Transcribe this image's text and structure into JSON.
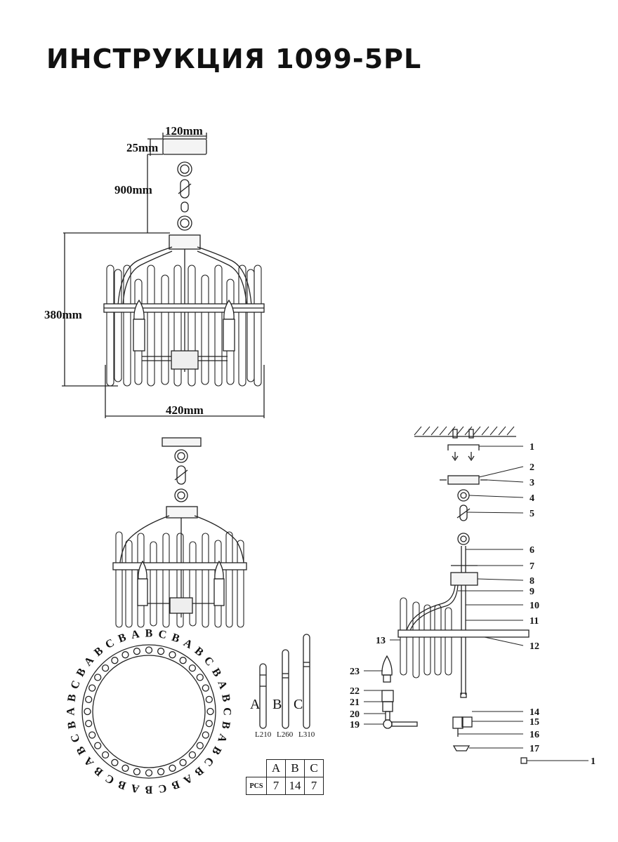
{
  "title": "ИНСТРУКЦИЯ 1099-5PL",
  "dimensions": {
    "canopy_width": "120mm",
    "canopy_height": "25mm",
    "chain_length": "900mm",
    "body_height": "380mm",
    "body_width": "420mm"
  },
  "ring_letters": "BCBABCBABCBABCBABCBABCBABCBABCBABCBA",
  "rods": [
    {
      "letter": "A",
      "length": "L210"
    },
    {
      "letter": "B",
      "length": "L260"
    },
    {
      "letter": "C",
      "length": "L310"
    }
  ],
  "pcs_table": {
    "headers": [
      "A",
      "B",
      "C"
    ],
    "row_label": "PCS",
    "values": [
      "7",
      "14",
      "7"
    ]
  },
  "part_numbers": [
    "1",
    "2",
    "3",
    "4",
    "5",
    "6",
    "7",
    "8",
    "9",
    "10",
    "11",
    "12",
    "13",
    "14",
    "15",
    "16",
    "17",
    "1",
    "19",
    "20",
    "21",
    "22",
    "23"
  ]
}
